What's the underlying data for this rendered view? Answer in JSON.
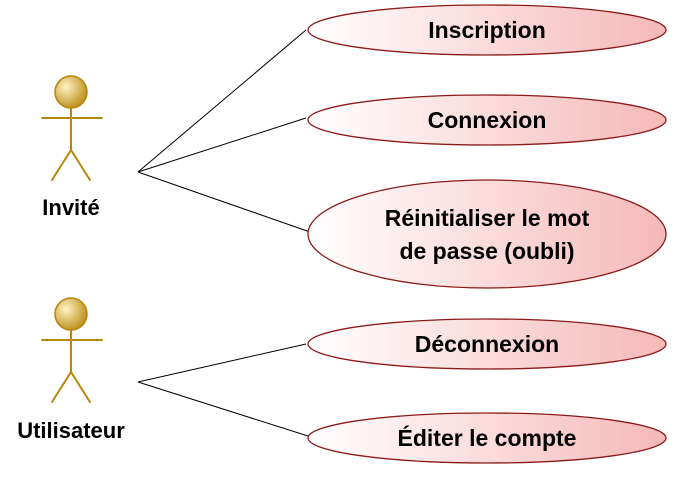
{
  "actors": [
    {
      "id": "guest",
      "label": "Invité",
      "icon": "stick-figure-actor-icon"
    },
    {
      "id": "user",
      "label": "Utilisateur",
      "icon": "stick-figure-actor-icon"
    }
  ],
  "use_cases": [
    {
      "id": "uc-inscription",
      "lines": [
        "Inscription"
      ],
      "actor": "guest"
    },
    {
      "id": "uc-connexion",
      "lines": [
        "Connexion"
      ],
      "actor": "guest"
    },
    {
      "id": "uc-reinit",
      "lines": [
        "Réinitialiser le mot",
        "de passe (oubli)"
      ],
      "actor": "guest"
    },
    {
      "id": "uc-deconnexion",
      "lines": [
        "Déconnexion"
      ],
      "actor": "user"
    },
    {
      "id": "uc-editer",
      "lines": [
        "Éditer le compte"
      ],
      "actor": "user"
    }
  ],
  "colors": {
    "usecase_fill_light": "#ffffff",
    "usecase_fill_dark": "#f5b8b8",
    "usecase_border": "#8b1a1a",
    "actor_head_light": "#fff3c4",
    "actor_head_dark": "#b8860b",
    "actor_body": "#b8860b",
    "association_line": "#000000"
  }
}
